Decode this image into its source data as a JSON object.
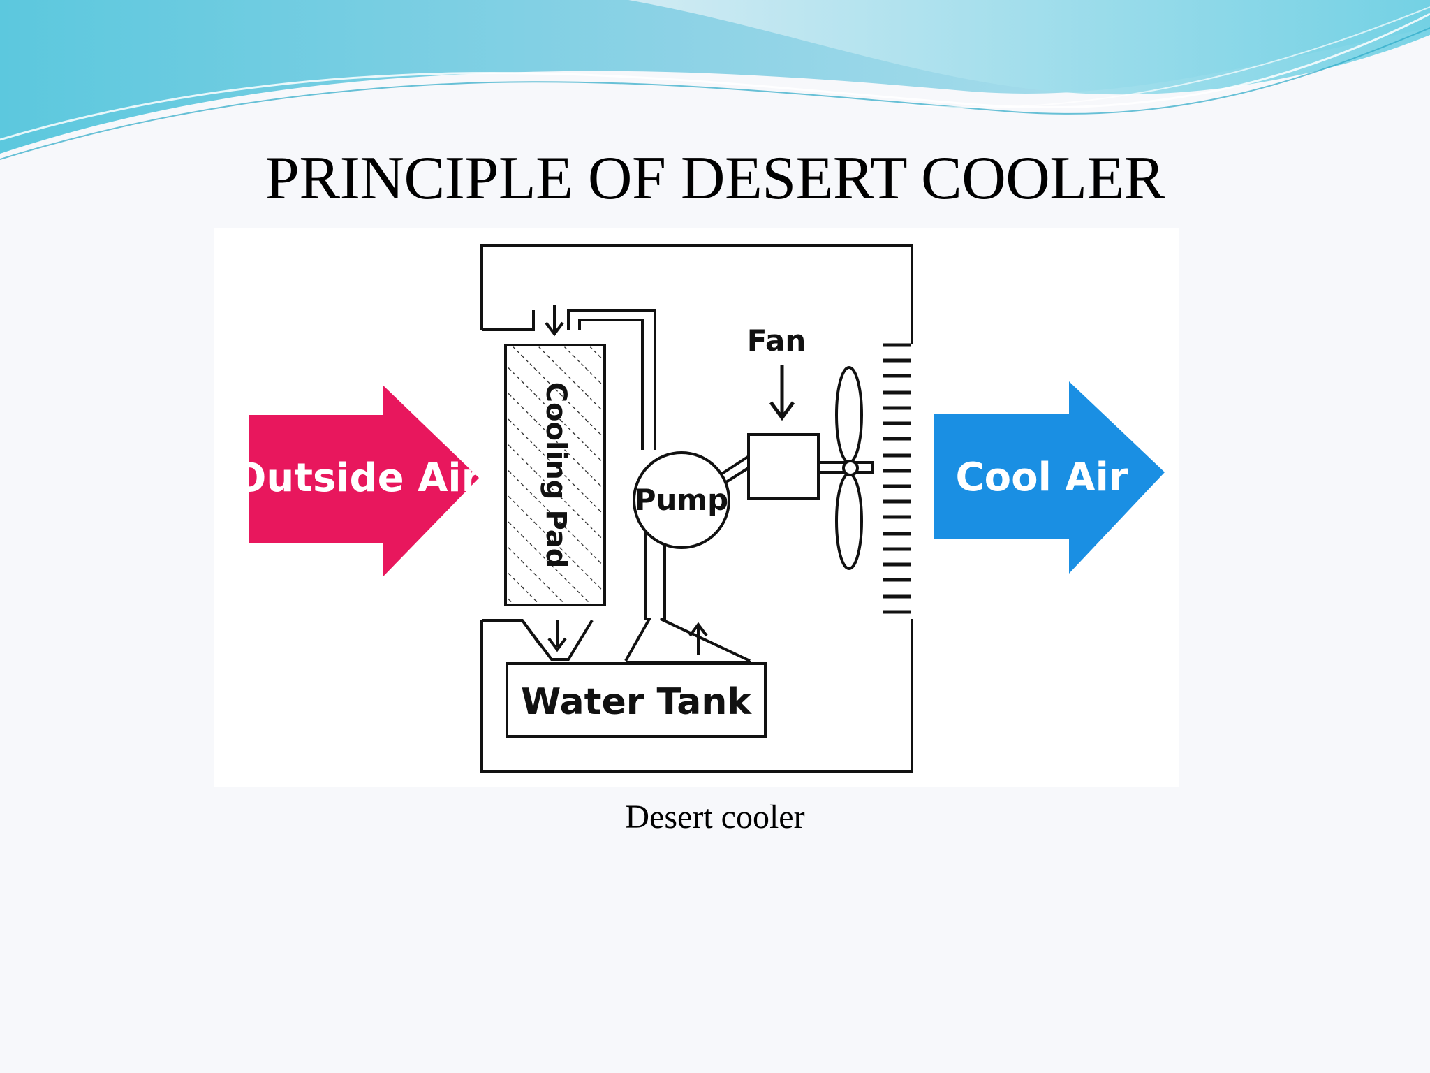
{
  "slide": {
    "title": "PRINCIPLE OF DESERT COOLER",
    "caption": "Desert cooler"
  },
  "diagram": {
    "labels": {
      "outside_air": "Outside Air",
      "cool_air": "Cool Air",
      "cooling_pad": "Cooling Pad",
      "pump": "Pump",
      "fan": "Fan",
      "water_tank": "Water Tank"
    },
    "colors": {
      "outside_air_arrow": "#e8175d",
      "cool_air_arrow": "#1a8fe3",
      "line": "#111111",
      "header_wave_light": "#a9dfee",
      "header_wave_dark": "#3ab6d3"
    },
    "icons": [
      "right-arrow-icon",
      "down-arrow-icon",
      "up-arrow-icon",
      "fan-blade-icon"
    ]
  }
}
